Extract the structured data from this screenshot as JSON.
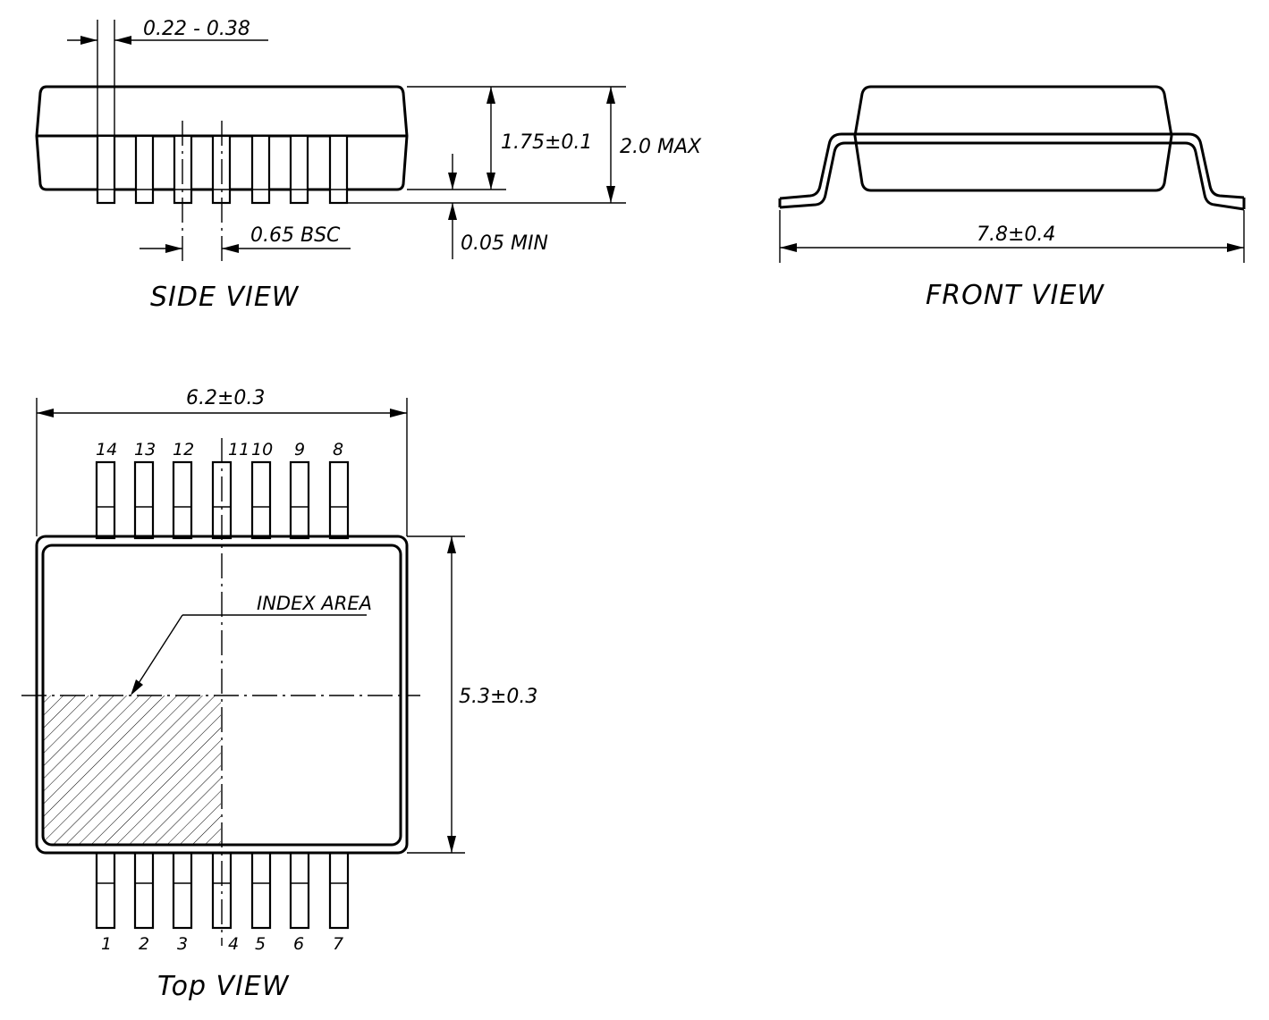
{
  "views": {
    "side": "SIDE VIEW",
    "front": "FRONT VIEW",
    "top": "Top VIEW"
  },
  "dimensions": {
    "lead_width": "0.22 - 0.38",
    "body_height": "1.75±0.1",
    "total_height": "2.0 MAX",
    "standoff": "0.05 MIN",
    "pitch": "0.65 BSC",
    "lead_span": "7.8±0.4",
    "body_length": "6.2±0.3",
    "body_width": "5.3±0.3"
  },
  "labels": {
    "index_area": "INDEX AREA"
  },
  "pins": {
    "top_row": [
      "14",
      "13",
      "12",
      "11",
      "10",
      "9",
      "8"
    ],
    "bottom_row": [
      "1",
      "2",
      "3",
      "4",
      "5",
      "6",
      "7"
    ]
  }
}
